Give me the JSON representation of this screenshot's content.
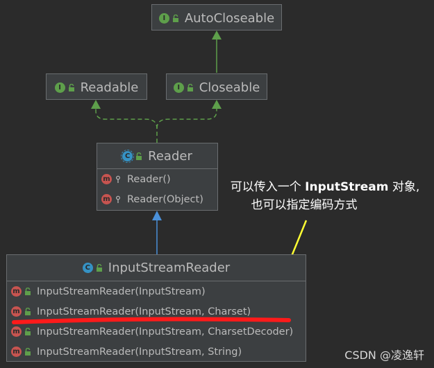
{
  "nodes": {
    "autocloseable": {
      "kind": "I",
      "name": "AutoCloseable"
    },
    "readable": {
      "kind": "I",
      "name": "Readable"
    },
    "closeable": {
      "kind": "I",
      "name": "Closeable"
    },
    "reader": {
      "kind": "C",
      "name": "Reader",
      "methods": [
        "Reader()",
        "Reader(Object)"
      ]
    },
    "inputstreamreader": {
      "kind": "C",
      "name": "InputStreamReader",
      "methods": [
        "InputStreamReader(InputStream)",
        "InputStreamReader(InputStream, Charset)",
        "InputStreamReader(InputStream, CharsetDecoder)",
        "InputStreamReader(InputStream, String)"
      ]
    }
  },
  "annotation": {
    "line1_prefix": "可以传入一个 ",
    "line1_bold": "InputStream",
    "line1_suffix": " 对象,",
    "line2": "也可以指定编码方式"
  },
  "watermark": "CSDN @凌逸轩",
  "colors": {
    "background": "#2b2b2b",
    "interface_icon": "#5e9f4b",
    "class_icon": "#3592c4",
    "method_icon": "#c75450",
    "implements_arrow": "#5e9f4b",
    "extends_arrow": "#4a90d9",
    "highlight_underline": "#ff1a1a",
    "pointer_arrow": "#ffff33"
  }
}
